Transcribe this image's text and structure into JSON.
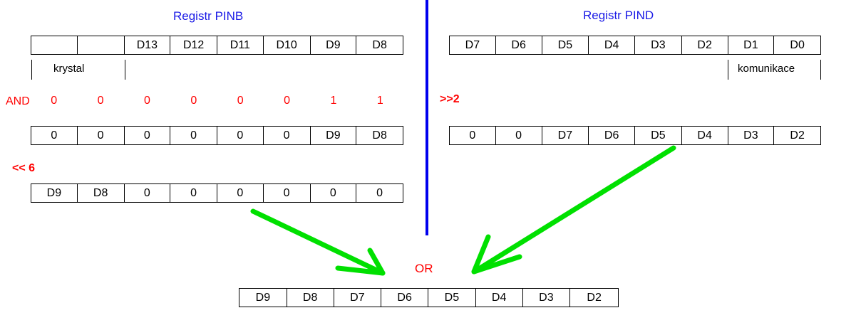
{
  "titles": {
    "pinb": "Registr PINB",
    "pind": "Registr PIND"
  },
  "colors": {
    "title_blue": "#1a1ae6",
    "divider_blue": "#0000ee",
    "operator_red": "#ff0000",
    "arrow_green": "#00e000",
    "table_border": "#000000",
    "background": "#ffffff"
  },
  "pinb": {
    "header_cells": [
      "",
      "",
      "D13",
      "D12",
      "D11",
      "D10",
      "D9",
      "D8"
    ],
    "bracket": {
      "label": "krystal"
    },
    "and_label": "AND",
    "and_mask": [
      "0",
      "0",
      "0",
      "0",
      "0",
      "0",
      "1",
      "1"
    ],
    "masked_cells": [
      "0",
      "0",
      "0",
      "0",
      "0",
      "0",
      "D9",
      "D8"
    ],
    "shift_label": "<< 6",
    "shifted_cells": [
      "D9",
      "D8",
      "0",
      "0",
      "0",
      "0",
      "0",
      "0"
    ]
  },
  "pind": {
    "header_cells": [
      "D7",
      "D6",
      "D5",
      "D4",
      "D3",
      "D2",
      "D1",
      "D0"
    ],
    "bracket": {
      "label": "komunikace"
    },
    "shift_label": ">>2",
    "shifted_cells": [
      "0",
      "0",
      "D7",
      "D6",
      "D5",
      "D4",
      "D3",
      "D2"
    ]
  },
  "combine": {
    "operator": "OR",
    "result_cells": [
      "D9",
      "D8",
      "D7",
      "D6",
      "D5",
      "D4",
      "D3",
      "D2"
    ]
  }
}
